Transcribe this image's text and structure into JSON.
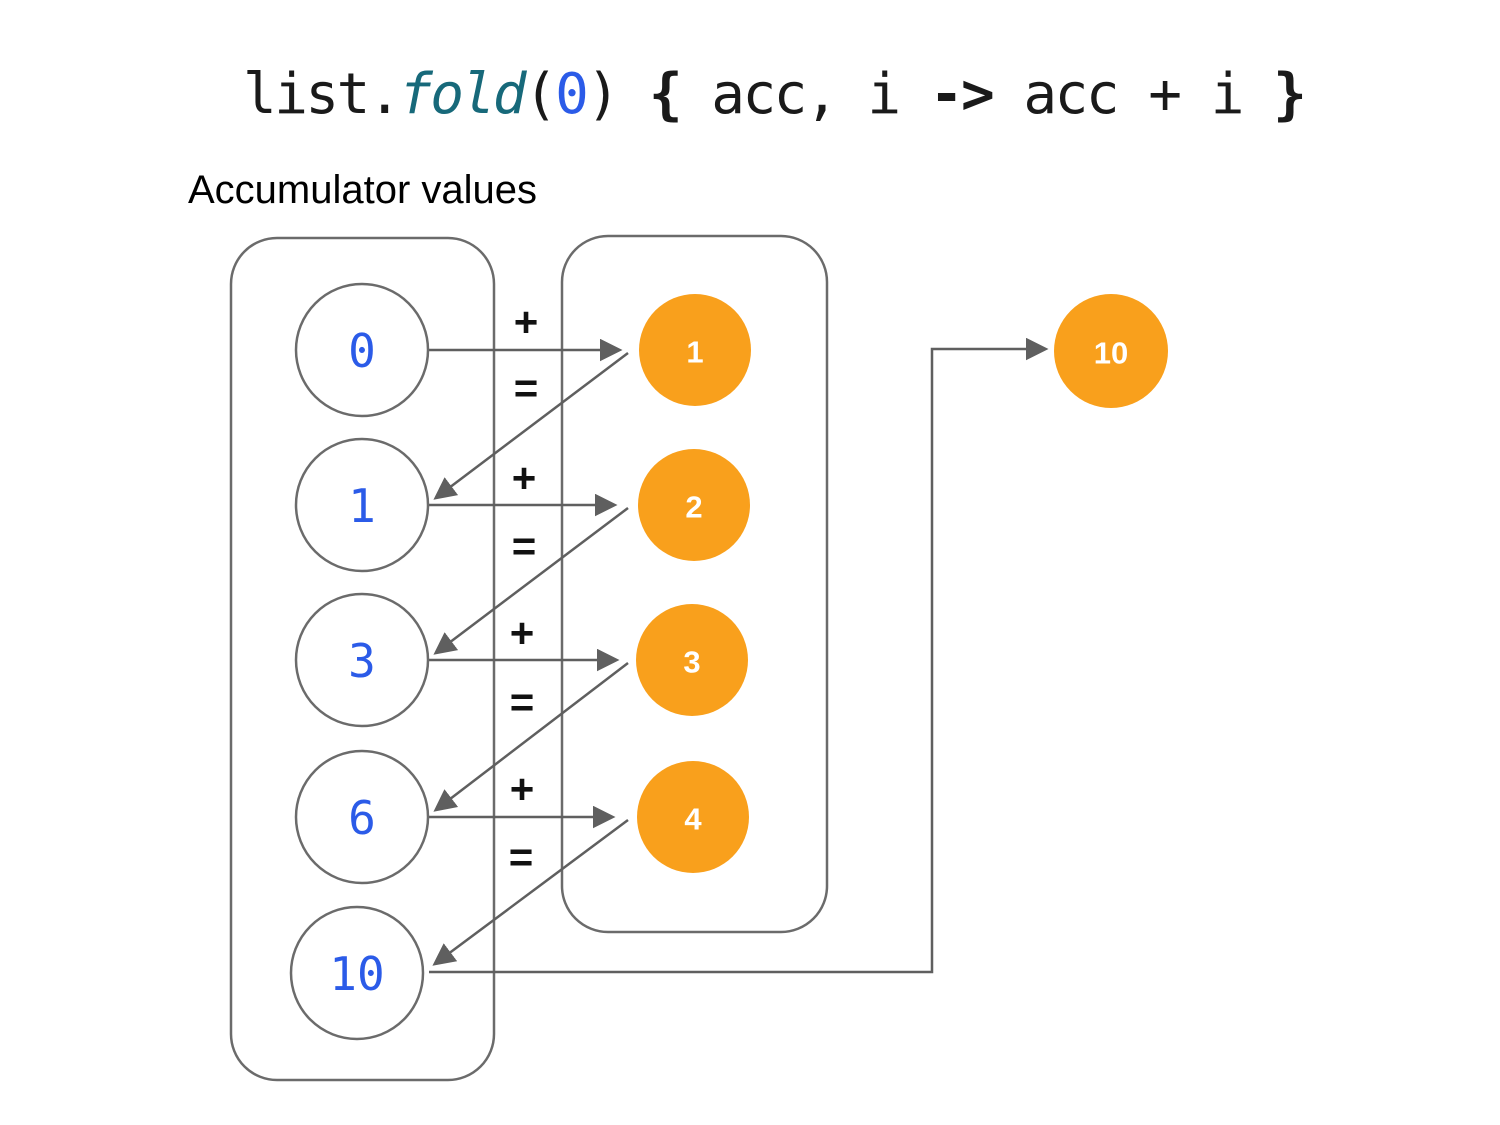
{
  "title": {
    "segments": [
      {
        "text": "list."
      },
      {
        "text": "fold"
      },
      {
        "text": "("
      },
      {
        "text": "0"
      },
      {
        "text": ") "
      },
      {
        "text": "{"
      },
      {
        "text": " acc, i "
      },
      {
        "text": "->"
      },
      {
        "text": " acc + i "
      },
      {
        "text": "}"
      }
    ]
  },
  "subtitle": "Accumulator values",
  "accumulator": {
    "values": [
      "0",
      "1",
      "3",
      "6",
      "10"
    ]
  },
  "list_items": {
    "values": [
      "1",
      "2",
      "3",
      "4"
    ]
  },
  "result": {
    "value": "10"
  },
  "operators": {
    "plus": "+",
    "equals": "="
  },
  "colors": {
    "item_orange": "#F9A01C",
    "number_blue": "#2B5BE8",
    "fn_teal": "#17697A",
    "line_gray": "#5f5f5f"
  }
}
